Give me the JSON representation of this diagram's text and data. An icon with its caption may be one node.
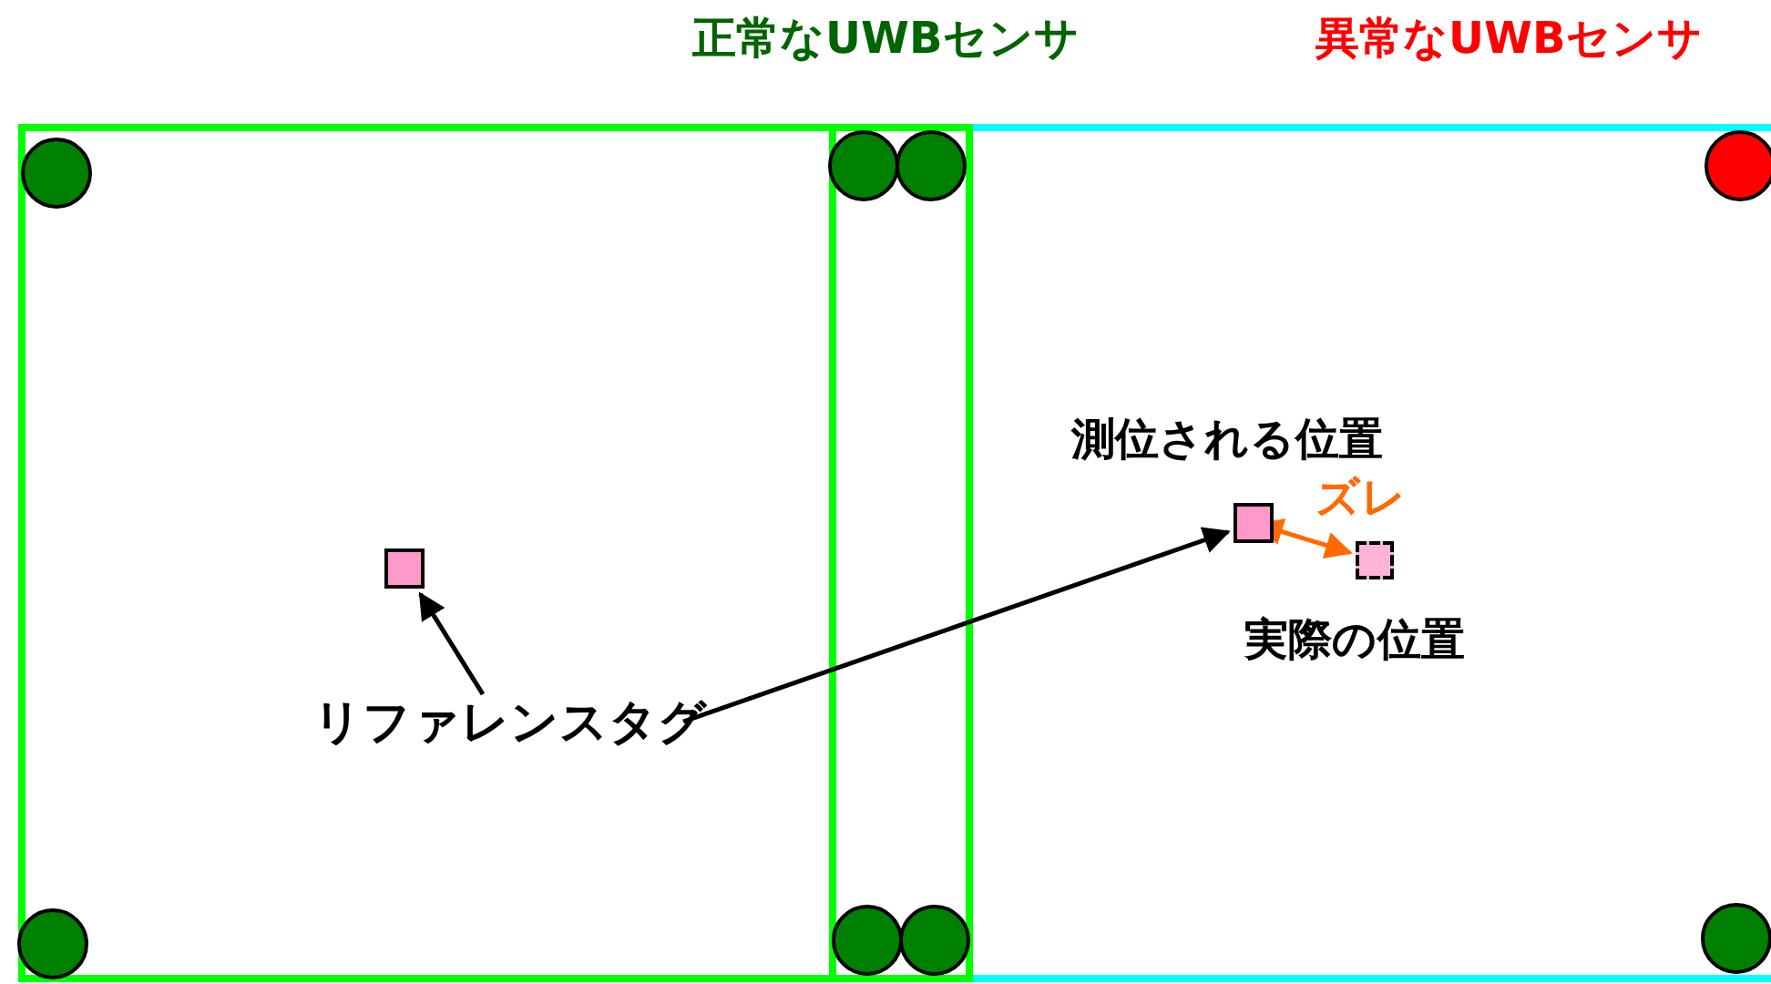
{
  "diagram": {
    "nodes": [
      {
        "text": [
          "リファレンスタグ"
        ]
      },
      {
        "text": [],
        "shape": "box"
      },
      {
        "text": [],
        "shape": "box",
        "beside": [
          "測位される位置"
        ]
      },
      {
        "text": [],
        "shape": "box",
        "beside": [
          "実際の位置"
        ]
      }
    ],
    "edges": [
      {
        "from": 0,
        "to": 1,
        "arrow": "to"
      },
      {
        "from": 0,
        "to": 2,
        "arrow": "to"
      },
      {
        "from": 2,
        "to": 3,
        "arrow": "both",
        "label": "ズレ",
        "color": "#ff6a00"
      }
    ],
    "labels": [
      "正常なUWBセンサ",
      "異常なUWBセンサ"
    ]
  }
}
